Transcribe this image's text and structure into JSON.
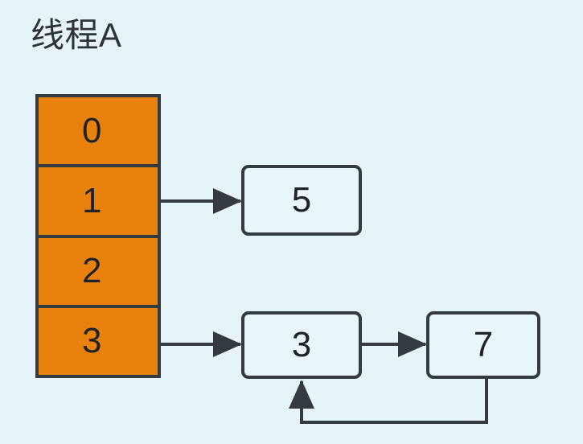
{
  "diagram": {
    "title": "线程A",
    "background_color": "#e6f4fa",
    "stroke_color": "#333a40",
    "bucket_color": "#e8820c",
    "node_fill_color": "#e9f4fb",
    "text_color": "#1f2328"
  },
  "bucket_array": {
    "name": "hash-bucket-array",
    "cells": [
      {
        "index": "0",
        "has_chain": false
      },
      {
        "index": "1",
        "has_chain": true
      },
      {
        "index": "2",
        "has_chain": false
      },
      {
        "index": "3",
        "has_chain": true
      }
    ]
  },
  "nodes": [
    {
      "id": "node-5",
      "value": "5"
    },
    {
      "id": "node-3",
      "value": "3"
    },
    {
      "id": "node-7",
      "value": "7"
    }
  ],
  "connectors": [
    {
      "name": "bucket-1-to-node-5",
      "from": "bucket-cell-1",
      "to": "node-5"
    },
    {
      "name": "bucket-3-to-node-3",
      "from": "bucket-cell-3",
      "to": "node-3"
    },
    {
      "name": "node-3-to-node-7",
      "from": "node-3",
      "to": "node-7"
    },
    {
      "name": "node-7-to-node-3-loop",
      "from": "node-7",
      "to": "node-3"
    }
  ]
}
